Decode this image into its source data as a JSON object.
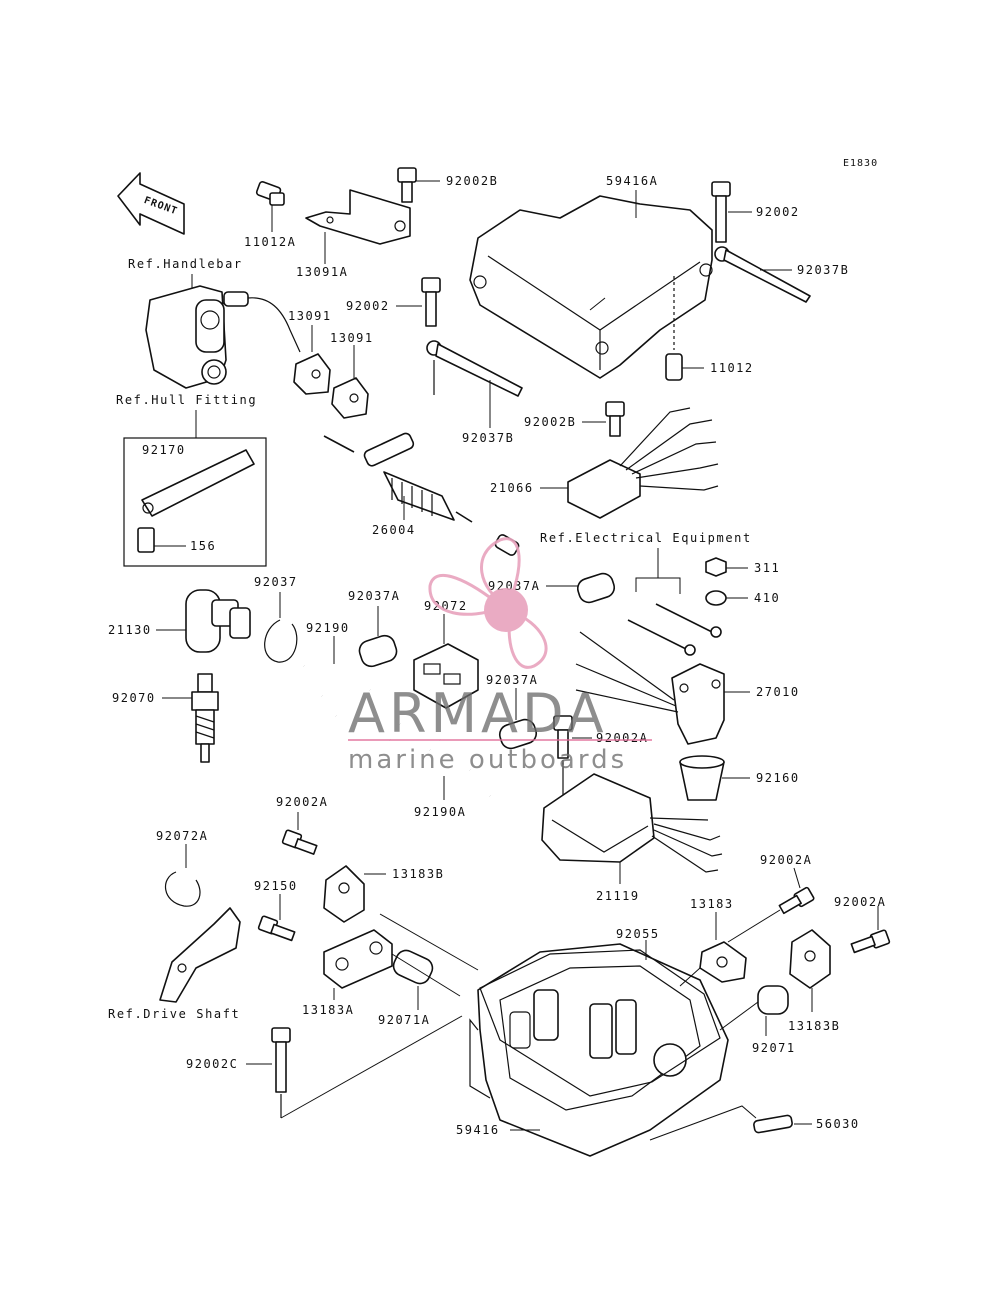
{
  "diagram_code": "E1830",
  "front_arrow": "FRONT",
  "refs": {
    "handlebar": "Ref.Handlebar",
    "hull_fitting": "Ref.Hull Fitting",
    "electrical": "Ref.Electrical Equipment",
    "drive_shaft": "Ref.Drive Shaft"
  },
  "parts": {
    "p11012A": "11012A",
    "p13091A": "13091A",
    "p92002B_top": "92002B",
    "p59416A": "59416A",
    "p92002_right": "92002",
    "p92037B_right": "92037B",
    "p13091_a": "13091",
    "p13091_b": "13091",
    "p92002_mid": "92002",
    "p11012": "11012",
    "p92002B_mid": "92002B",
    "p92037B_mid": "92037B",
    "p92170": "92170",
    "p156": "156",
    "p21066": "21066",
    "p26004": "26004",
    "p92037": "92037",
    "p92037A_a": "92037A",
    "p92037A_b": "92037A",
    "p92037A_c": "92037A",
    "p92072": "92072",
    "p21130": "21130",
    "p92190": "92190",
    "p92190A": "92190A",
    "p92070": "92070",
    "p311": "311",
    "p410": "410",
    "p27010": "27010",
    "p92002A_mid": "92002A",
    "p92160": "92160",
    "p21119": "21119",
    "p92002A_left": "92002A",
    "p92072A": "92072A",
    "p13183B_left": "13183B",
    "p92150": "92150",
    "p13183A": "13183A",
    "p92071A": "92071A",
    "p92002C": "92002C",
    "p92055": "92055",
    "p13183": "13183",
    "p92002A_r1": "92002A",
    "p92002A_r2": "92002A",
    "p13183B_right": "13183B",
    "p92071": "92071",
    "p59416": "59416",
    "p56030": "56030"
  },
  "watermark": {
    "brand": "ARMADA",
    "tagline": "marine outboards",
    "colors": {
      "propeller": "#e8a3bd",
      "text": "#6d6d6d",
      "rule": "#e06a95"
    }
  }
}
